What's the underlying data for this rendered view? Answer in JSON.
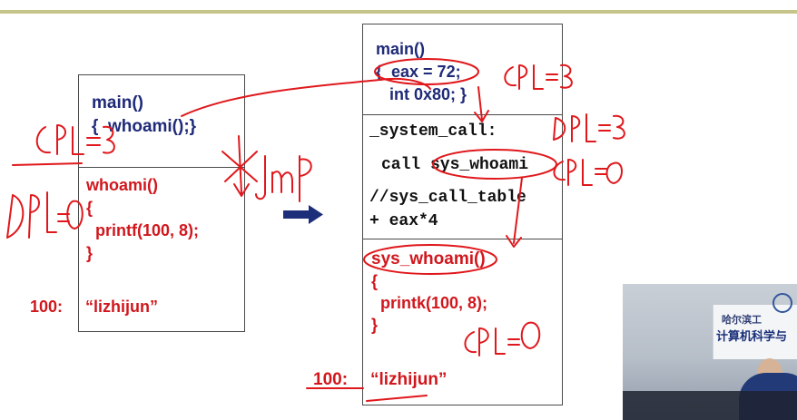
{
  "left_panel": {
    "main_lines": [
      "main()",
      "{  whoami();}"
    ],
    "func_lines": [
      "whoami()",
      "{",
      "  printf(100, 8);",
      "}"
    ],
    "addr_label": "100:",
    "string_value": "“lizhijun”"
  },
  "right_panel": {
    "main_lines": [
      "main()",
      "{  eax = 72;",
      "   int 0x80; }"
    ],
    "syscall_lines": [
      "_system_call:",
      "call sys_whoami",
      "//sys_call_table",
      "+ eax*4"
    ],
    "kernel_lines": [
      "sys_whoami()",
      "{",
      "  printk(100, 8);",
      "}"
    ],
    "addr_label": "100:",
    "string_value": "“lizhijun”"
  },
  "handwritten_notes": [
    "CPL=3",
    "DPL=0",
    "jmp",
    "CPL=3",
    "DPL=3",
    "DPL=0",
    "CPL=0"
  ],
  "webcam": {
    "sign_line_1": "哈尔滨工",
    "sign_line_2": "计算机科学与"
  },
  "colors": {
    "navy_text": "#1f2a78",
    "red_text": "#d1171d",
    "annotation_red": "#e0181c",
    "arrow_navy": "#1c2d7a",
    "header_rule": "#c7c48a"
  }
}
